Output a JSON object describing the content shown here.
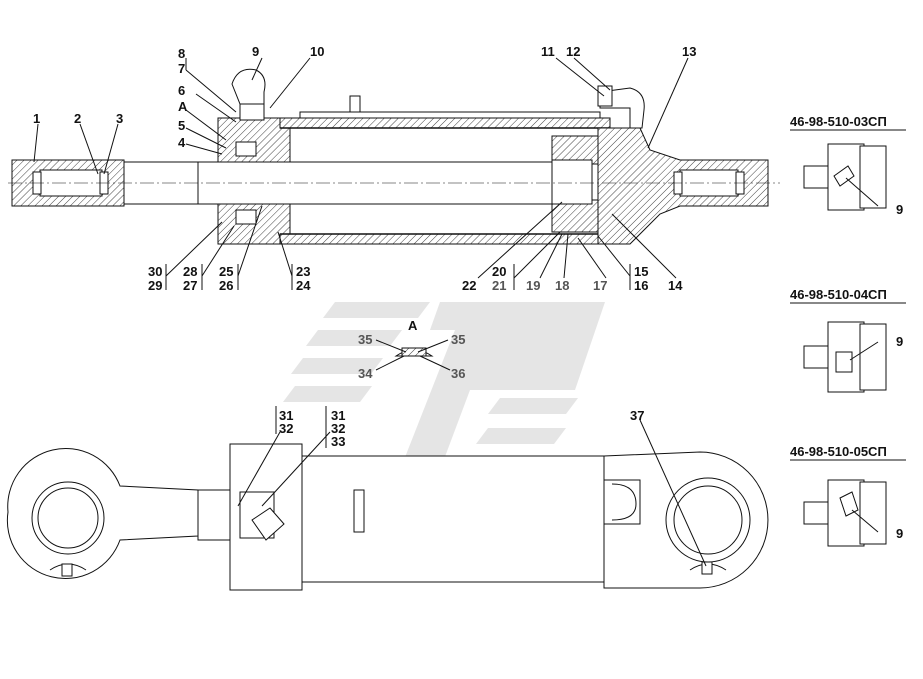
{
  "views": {
    "detail_title": "А",
    "variants": [
      {
        "code": "46-98-510-03СП",
        "callout": "9"
      },
      {
        "code": "46-98-510-04СП",
        "callout": "9"
      },
      {
        "code": "46-98-510-05СП",
        "callout": "9"
      }
    ]
  },
  "callouts": {
    "c1": "1",
    "c2": "2",
    "c3": "3",
    "c4": "4",
    "c5": "5",
    "cA": "А",
    "c6": "6",
    "c7": "7",
    "c8": "8",
    "c9": "9",
    "c10": "10",
    "c11": "11",
    "c12": "12",
    "c13": "13",
    "c14": "14",
    "c15": "15",
    "c16": "16",
    "c17": "17",
    "c18": "18",
    "c19": "19",
    "c20": "20",
    "c21": "21",
    "c22": "22",
    "c23": "23",
    "c24": "24",
    "c25": "25",
    "c26": "26",
    "c27": "27",
    "c28": "28",
    "c29": "29",
    "c30": "30",
    "c31a": "31",
    "c32a": "32",
    "c31b": "31",
    "c32b": "32",
    "c33": "33",
    "c34": "34",
    "c35a": "35",
    "c35b": "35",
    "c36": "36",
    "c37": "37"
  },
  "colors": {
    "line": "#111111",
    "muted": "#555555",
    "watermark": "#cfcfcf"
  }
}
